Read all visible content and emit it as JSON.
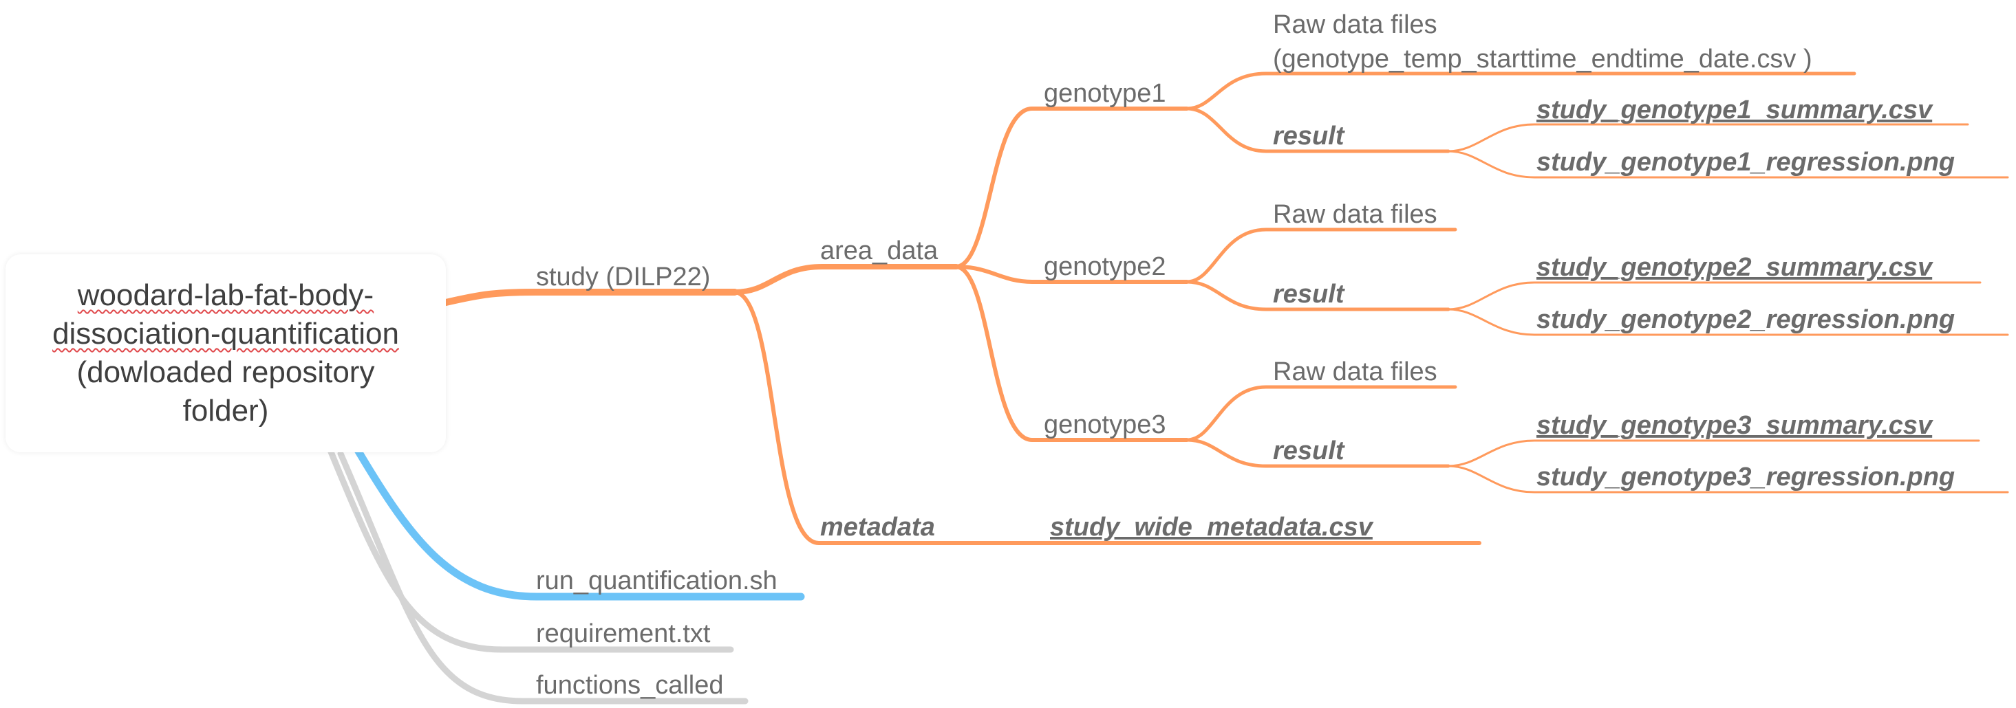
{
  "root": {
    "lines": [
      "woodard-lab-fat-body-",
      "dissociation-quantification",
      "(dowloaded repository",
      "folder)"
    ]
  },
  "study": {
    "label": "study (DILP22)",
    "area_data": {
      "label": "area_data",
      "genotype1": {
        "label": "genotype1",
        "raw_line1": "Raw data files",
        "raw_line2": "(genotype_temp_starttime_endtime_date.csv )",
        "result": "result",
        "summary": "study_genotype1_summary.csv",
        "regression": "study_genotype1_regression.png"
      },
      "genotype2": {
        "label": "genotype2",
        "raw": "Raw data files",
        "result": "result",
        "summary": "study_genotype2_summary.csv",
        "regression": "study_genotype2_regression.png"
      },
      "genotype3": {
        "label": "genotype3",
        "raw": "Raw data files",
        "result": "result",
        "summary": "study_genotype3_summary.csv",
        "regression": "study_genotype3_regression.png"
      }
    },
    "metadata": {
      "label": "metadata",
      "file": "study_wide_metadata.csv"
    }
  },
  "scripts": {
    "run": "run_quantification.sh",
    "requirement": "requirement.txt",
    "functions": "functions_called"
  },
  "colors": {
    "branch_orange": "#ff9a5c",
    "branch_blue": "#6cc3f7",
    "branch_gray": "#d4d4d4",
    "label_gray": "#6b6b6b"
  }
}
